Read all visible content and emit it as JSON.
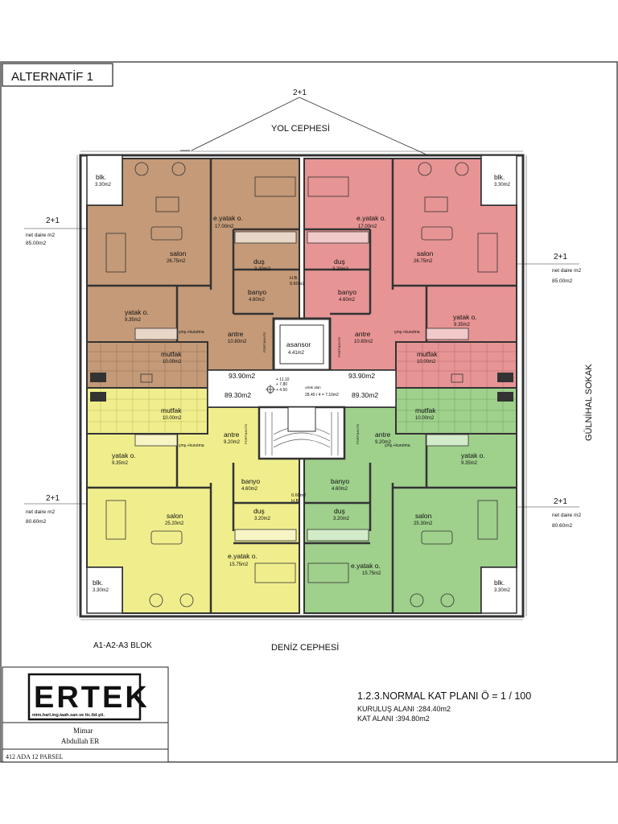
{
  "sheet": {
    "title": "ALTERNATİF 1",
    "top_unit_type": "2+1",
    "road_front": "YOL CEPHESİ",
    "sea_front": "DENİZ CEPHESİ",
    "side_street": "GÜLNİHAL SOKAK",
    "block_label": "A1-A2-A3 BLOK"
  },
  "colors": {
    "brown": "#c49a78",
    "red": "#e79494",
    "yellow": "#f0ee8c",
    "green": "#9fd08c",
    "wall": "#3a3a3a",
    "line": "#222222"
  },
  "units": {
    "top_left": {
      "type": "2+1",
      "net_label": "net daire m2",
      "net_area": "85.00m2",
      "balcony": "blk.",
      "balcony_area": "3.30m2",
      "salon": "salon",
      "salon_area": "26.75m2",
      "bedroom": "yatak o.",
      "bedroom_area": "9.35m2",
      "master": "e.yatak o.",
      "master_area": "17.00m2",
      "shower": "duş",
      "shower_area": "3.20m2",
      "bath": "banyo",
      "bath_area": "4.60m2",
      "hall": "antre",
      "hall_area": "10.80m2",
      "kitchen": "mutfak",
      "kitchen_area": "10.00m2",
      "laundry": "çmş.+kurutma",
      "gross": "93.90m2"
    },
    "top_right": {
      "type": "2+1",
      "net_label": "net daire m2",
      "net_area": "85.00m2",
      "balcony": "blk.",
      "balcony_area": "3.30m2",
      "salon": "salon",
      "salon_area": "26.75m2",
      "bedroom": "yatak o.",
      "bedroom_area": "9.35m2",
      "master": "e.yatak o.",
      "master_area": "17.00m2",
      "shower": "duş",
      "shower_area": "3.20m2",
      "bath": "banyo",
      "bath_area": "4.60m2",
      "hall": "antre",
      "hall_area": "10.80m2",
      "kitchen": "mutfak",
      "kitchen_area": "10.00m2",
      "laundry": "çmş.+kurutma",
      "gross": "93.90m2"
    },
    "bottom_left": {
      "type": "2+1",
      "net_label": "net daire m2",
      "net_area": "80.60m2",
      "balcony": "blk.",
      "balcony_area": "3.30m2",
      "salon": "salon",
      "salon_area": "25.20m2",
      "bedroom": "yatak o.",
      "bedroom_area": "9.35m2",
      "master": "e.yatak o.",
      "master_area": "15.75m2",
      "shower": "duş",
      "shower_area": "3.20m2",
      "bath": "banyo",
      "bath_area": "4.60m2",
      "hall": "antre",
      "hall_area": "9.20m2",
      "kitchen": "mutfak",
      "kitchen_area": "10.00m2",
      "laundry": "çmş.+kurutma",
      "gross": "89.30m2"
    },
    "bottom_right": {
      "type": "2+1",
      "net_label": "net daire m2",
      "net_area": "80.60m2",
      "balcony": "blk.",
      "balcony_area": "3.30m2",
      "salon": "salon",
      "salon_area": "25.30m2",
      "bedroom": "yatak o.",
      "bedroom_area": "9.35m2",
      "master": "e.yatak o.",
      "master_area": "15.75m2",
      "shower": "duş",
      "shower_area": "3.20m2",
      "bath": "banyo",
      "bath_area": "4.60m2",
      "hall": "antre",
      "hall_area": "9.20m2",
      "kitchen": "mutfak",
      "kitchen_area": "10.00m2",
      "laundry": "çmş.+kurutma",
      "gross": "89.30m2"
    }
  },
  "core": {
    "elevator": "asansor",
    "elevator_area": "4.41m2",
    "shaft": "H.B.",
    "shaft_area_top": "0.60m2",
    "shaft_area_bottom": "0.60m2",
    "levels": [
      "+ 11.10",
      "+ 7.80",
      "+ 4.50"
    ],
    "common_label": "ortak alan",
    "common_area": "28.40 / 4 = 7.10m2",
    "shaft_tag": "PORTMANTO"
  },
  "title_block": {
    "company": "ERTEK",
    "company_sub": "mim.harl.ing.taah.san.ve tic.ltd.şti.",
    "role": "Mimar",
    "architect": "Abdullah  ER",
    "parcel": "412 ADA 12 PARSEL",
    "plan_title": "1.2.3.NORMAL KAT PLANI Ö = 1 / 100",
    "footprint": "KURULUŞ ALANI :284.40m2",
    "floor_area": "KAT ALANI :394.80m2"
  }
}
